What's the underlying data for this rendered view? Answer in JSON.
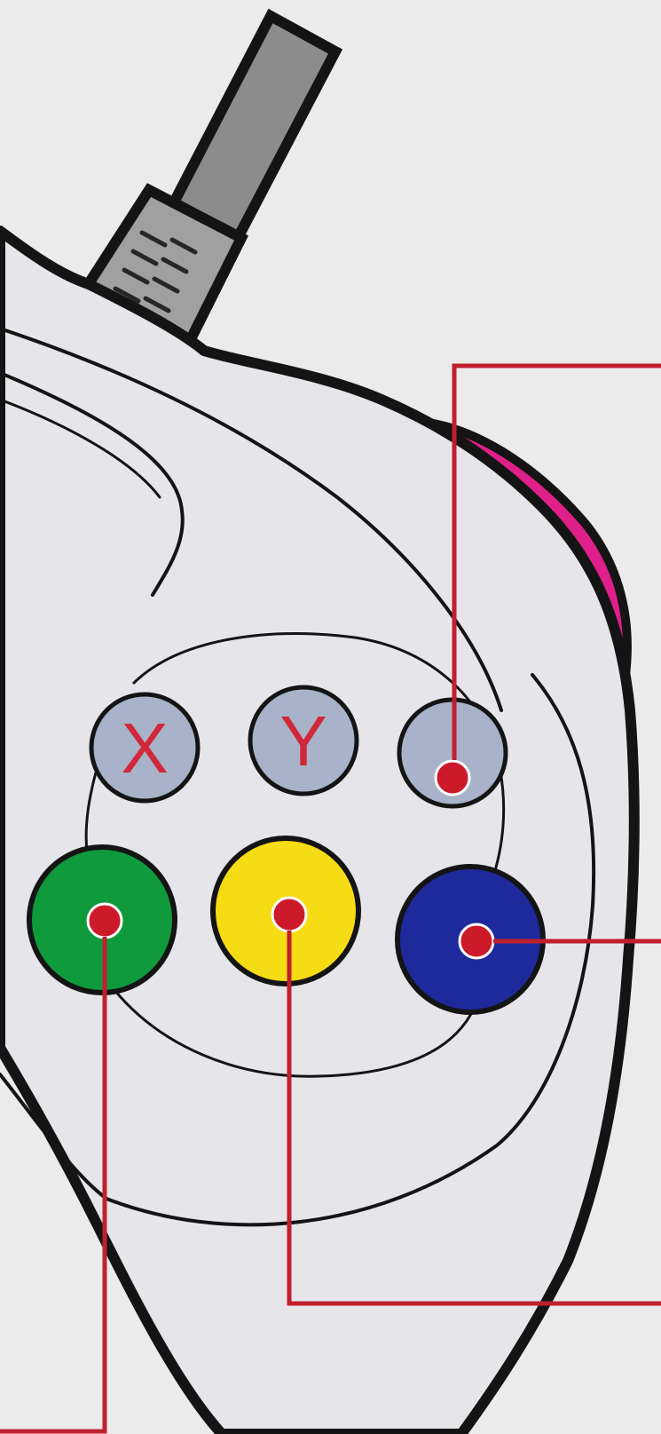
{
  "colors": {
    "background": "#ebebeb",
    "controller_body": "#e6e6ea",
    "outline": "#141414",
    "shoulder_trigger": "#e0208a",
    "cable": "#8c8c8c",
    "leader_line": "#c0202e",
    "callout_dot": "#cc1a2a",
    "button_grey": "#a8b2c8",
    "button_green": "#0f9a3c",
    "button_yellow": "#f6dc14",
    "button_blue": "#1e2a9c",
    "label_red": "#d0283a"
  },
  "buttons": [
    {
      "id": "x",
      "label": "X",
      "color": "button_grey",
      "callout": false
    },
    {
      "id": "y",
      "label": "Y",
      "color": "button_grey",
      "callout": false
    },
    {
      "id": "z",
      "label": "",
      "color": "button_grey",
      "callout": true
    },
    {
      "id": "a",
      "label": "",
      "color": "button_green",
      "callout": true
    },
    {
      "id": "b",
      "label": "",
      "color": "button_yellow",
      "callout": true
    },
    {
      "id": "c",
      "label": "",
      "color": "button_blue",
      "callout": true
    }
  ],
  "icons": [
    "cable-connector-icon",
    "shoulder-trigger-icon",
    "callout-dot-icon"
  ]
}
